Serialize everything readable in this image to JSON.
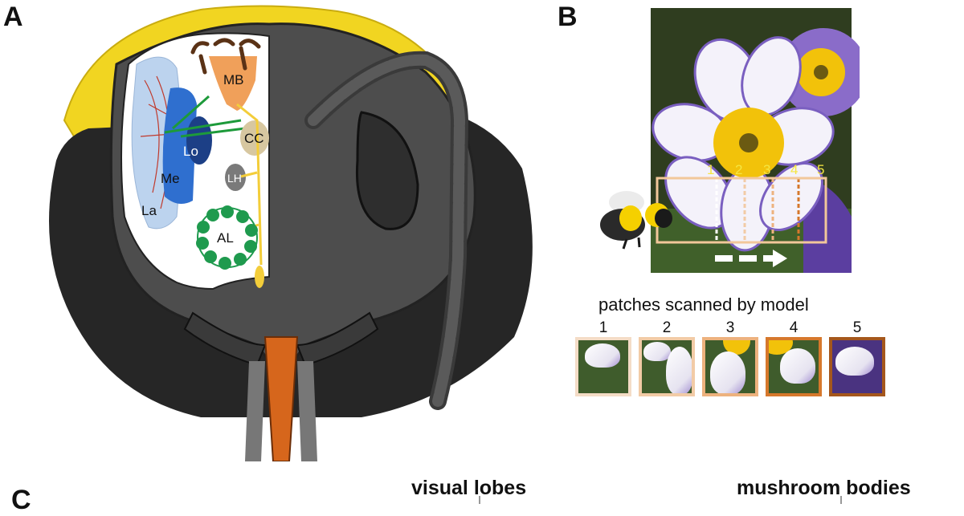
{
  "panel_labels": {
    "a": "A",
    "b": "B",
    "c": "C"
  },
  "brain_regions": {
    "mb": "MB",
    "cc": "CC",
    "lo": "Lo",
    "me": "Me",
    "lh": "LH",
    "la": "La",
    "al": "AL"
  },
  "scan_positions": [
    "1",
    "2",
    "3",
    "4",
    "5"
  ],
  "caption": "patches scanned by model",
  "patches": [
    {
      "label": "1",
      "border_color": "#f4dcc6"
    },
    {
      "label": "2",
      "border_color": "#f2cba6"
    },
    {
      "label": "3",
      "border_color": "#edb27e"
    },
    {
      "label": "4",
      "border_color": "#d6782c"
    },
    {
      "label": "5",
      "border_color": "#a5571c"
    }
  ],
  "panel_c": {
    "heading_left": "visual lobes",
    "heading_right": "mushroom bodies"
  },
  "colors": {
    "hair_yellow": "#f1d521",
    "hair_black": "#262626",
    "head_grey": "#4d4d4d",
    "mb_orange": "#f0a05a",
    "al_green": "#1f9a4e",
    "scan_number": "#f5e642"
  }
}
